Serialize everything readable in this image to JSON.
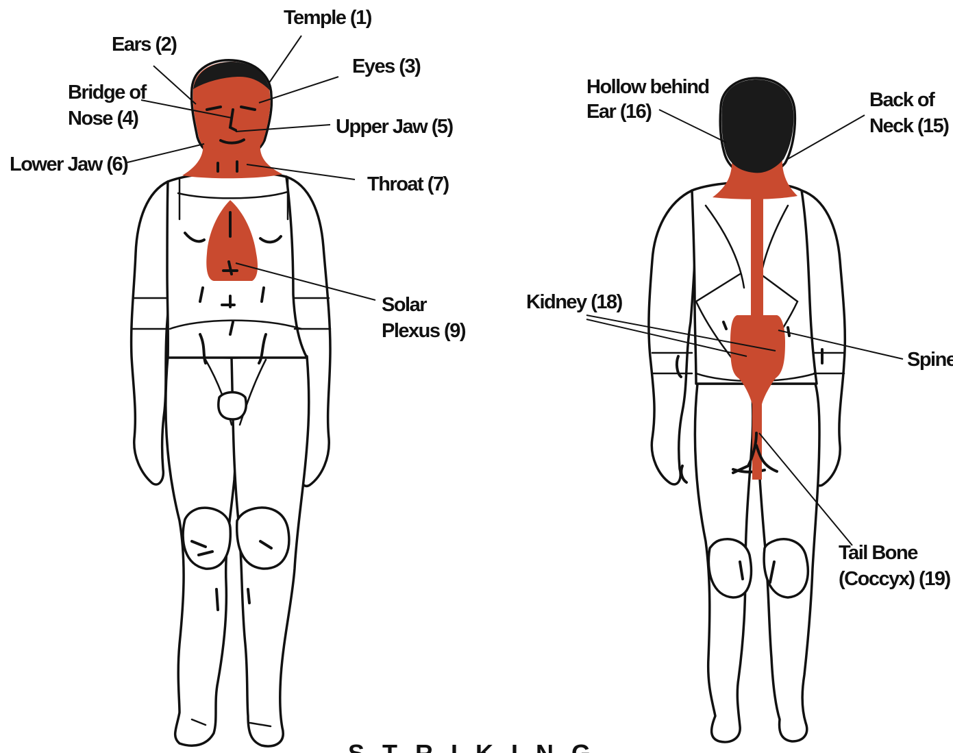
{
  "colors": {
    "target_red": "#c94a2f",
    "ink": "#111111",
    "background": "#ffffff"
  },
  "labels": {
    "temple": "Temple (1)",
    "ears": "Ears (2)",
    "eyes": "Eyes (3)",
    "bridge_of_nose_line1": "Bridge of",
    "bridge_of_nose_line2": "Nose (4)",
    "upper_jaw": "Upper Jaw (5)",
    "lower_jaw": "Lower Jaw (6)",
    "throat": "Throat (7)",
    "solar_plexus_line1": "Solar",
    "solar_plexus_line2": "Plexus (9)",
    "hollow_behind_ear_line1": "Hollow behind",
    "hollow_behind_ear_line2": "Ear (16)",
    "back_of_neck_line1": "Back of",
    "back_of_neck_line2": "Neck (15)",
    "kidney": "Kidney (18)",
    "spine": "Spine",
    "tail_bone_line1": "Tail Bone",
    "tail_bone_line2": "(Coccyx) (19)"
  },
  "footer": {
    "text": "STRIKING"
  }
}
